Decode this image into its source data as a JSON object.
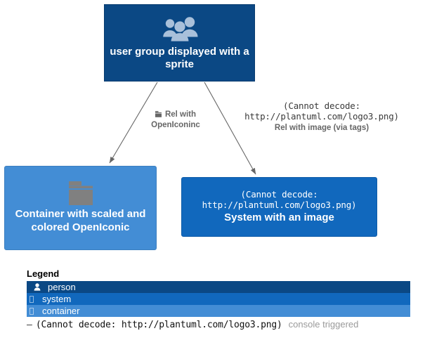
{
  "diagram": {
    "nodes": [
      {
        "id": "person",
        "label": "user group displayed\nwith a sprite",
        "sprite": "user-group-sprite",
        "color": "#0b4884"
      },
      {
        "id": "container",
        "label": "Container with scaled\nand colored\nOpenIconic",
        "sprite": "folder-sprite",
        "color": "#438dd5"
      },
      {
        "id": "system",
        "image_error": "(Cannot decode:\nhttp://plantuml.com/logo3.png)",
        "label": "System with an\nimage",
        "color": "#1168bd"
      }
    ],
    "edges": [
      {
        "id": "rel-openiconic",
        "icon": "folder-icon",
        "label": "Rel with\nOpenIconinc"
      },
      {
        "id": "rel-image",
        "image_error": "(Cannot decode:\nhttp://plantuml.com/logo3.png)",
        "label": "Rel with image (via tags)"
      }
    ]
  },
  "legend": {
    "title": "Legend",
    "rows": [
      {
        "glyph": "person-icon",
        "name": "person",
        "color": "#0b4884"
      },
      {
        "glyph": "missing-glyph",
        "name": "system",
        "color": "#1168bd"
      },
      {
        "glyph": "missing-glyph",
        "name": "container",
        "color": "#438dd5"
      }
    ],
    "note": {
      "dash": "—",
      "text": "(Cannot decode: http://plantuml.com/logo3.png)",
      "muted": "console triggered"
    }
  }
}
